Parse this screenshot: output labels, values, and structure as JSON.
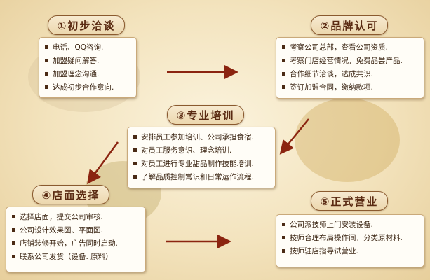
{
  "steps": [
    {
      "title": "①初步洽谈",
      "items": [
        "电话、QQ咨询.",
        "加盟疑问解答.",
        "加盟理念沟通.",
        "达成初步合作意向."
      ]
    },
    {
      "title": "②品牌认可",
      "items": [
        "考察公司总部，查看公司资质.",
        "考察门店经营情况，免费品尝产品.",
        "合作细节洽谈，达成共识.",
        "签订加盟合同，缴纳款项."
      ]
    },
    {
      "title": "③专业培训",
      "items": [
        "安排员工参加培训、公司承担食宿.",
        "对员工服务意识、理念培训.",
        "对员工进行专业甜品制作技能培训.",
        "了解品质控制常识和日常运作流程."
      ]
    },
    {
      "title": "④店面选择",
      "items": [
        "选择店面，提交公司审核.",
        "公司设计效果图、平面图.",
        "店铺装修开始，广告同时启动.",
        "联系公司发货（设备. 原料）"
      ]
    },
    {
      "title": "⑤正式营业",
      "items": [
        "公司派技师上门安装设备.",
        "技师合理布局操作间，分类原材料.",
        "技师驻店指导试营业."
      ]
    }
  ],
  "colors": {
    "arrow": "#8b2410",
    "title_text": "#5a2a12",
    "title_border": "#8a5a2f"
  }
}
